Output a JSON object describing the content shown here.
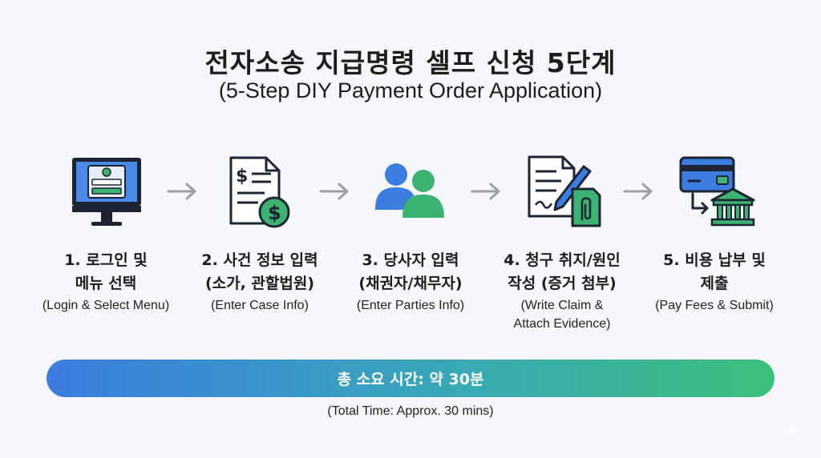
{
  "header": {
    "title": "전자소송 지급명령 셀프 신청 5단계",
    "subtitle": "(5-Step DIY Payment Order Application)"
  },
  "steps": [
    {
      "title": "1. 로그인 및\n메뉴 선택",
      "subtitle": "(Login & Select Menu)",
      "icon": "computer-login-icon"
    },
    {
      "title": "2. 사건 정보 입력\n(소가, 관할법원)",
      "subtitle": "(Enter Case Info)",
      "icon": "document-dollar-icon"
    },
    {
      "title": "3. 당사자 입력\n(채권자/채무자)",
      "subtitle": "(Enter Parties Info)",
      "icon": "people-icon"
    },
    {
      "title": "4. 청구 취지/원인\n작성 (증거 첨부)",
      "subtitle": "(Write Claim &\nAttach Evidence)",
      "icon": "document-pen-attachment-icon"
    },
    {
      "title": "5. 비용 납부 및\n제출",
      "subtitle": "(Pay Fees & Submit)",
      "icon": "card-to-court-icon"
    }
  ],
  "total": {
    "label": "총 소요 시간: 약 30분",
    "subtitle": "(Total Time: Approx. 30 mins)"
  },
  "colors": {
    "blue": "#3b7de0",
    "green": "#3cc07a",
    "dark": "#1d2433",
    "arrow": "#9aa0a6"
  }
}
